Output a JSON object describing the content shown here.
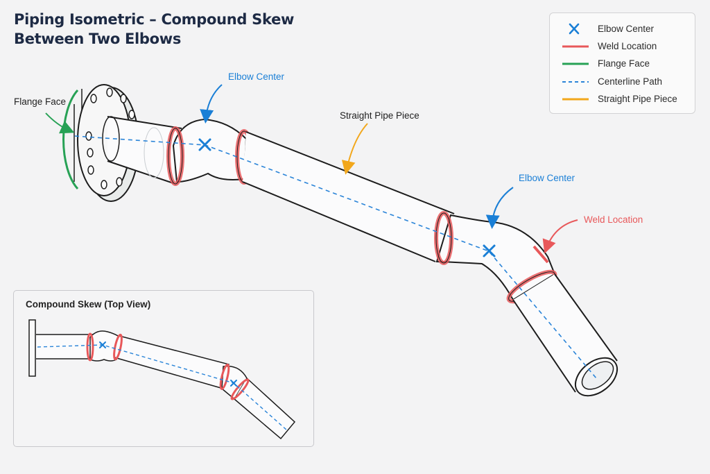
{
  "title": {
    "line1": "Piping Isometric – Compound Skew",
    "line2": "Between Two Elbows"
  },
  "legend": {
    "items": [
      {
        "label": "Elbow Center",
        "symbol": "x-mark-icon",
        "color": "#1a7fd6"
      },
      {
        "label": "Weld Location",
        "symbol": "solid-line",
        "color": "#e8585a"
      },
      {
        "label": "Flange Face",
        "symbol": "solid-line",
        "color": "#27a155"
      },
      {
        "label": "Centerline Path",
        "symbol": "dashed-line",
        "color": "#2a84d8"
      },
      {
        "label": "Straight Pipe Piece",
        "symbol": "solid-line",
        "color": "#f2a71b"
      }
    ]
  },
  "callouts": {
    "flange_face": "Flange Face",
    "elbow_center_1": "Elbow Center",
    "straight_pipe": "Straight Pipe Piece",
    "elbow_center_2": "Elbow Center",
    "weld_location": "Weld Location"
  },
  "inset": {
    "title": "Compound Skew (Top View)"
  },
  "colors": {
    "blue": "#1a7fd6",
    "red": "#e8585a",
    "green": "#27a155",
    "orange": "#f2a71b",
    "outline": "#1c1c1c",
    "title": "#1d2a44"
  }
}
